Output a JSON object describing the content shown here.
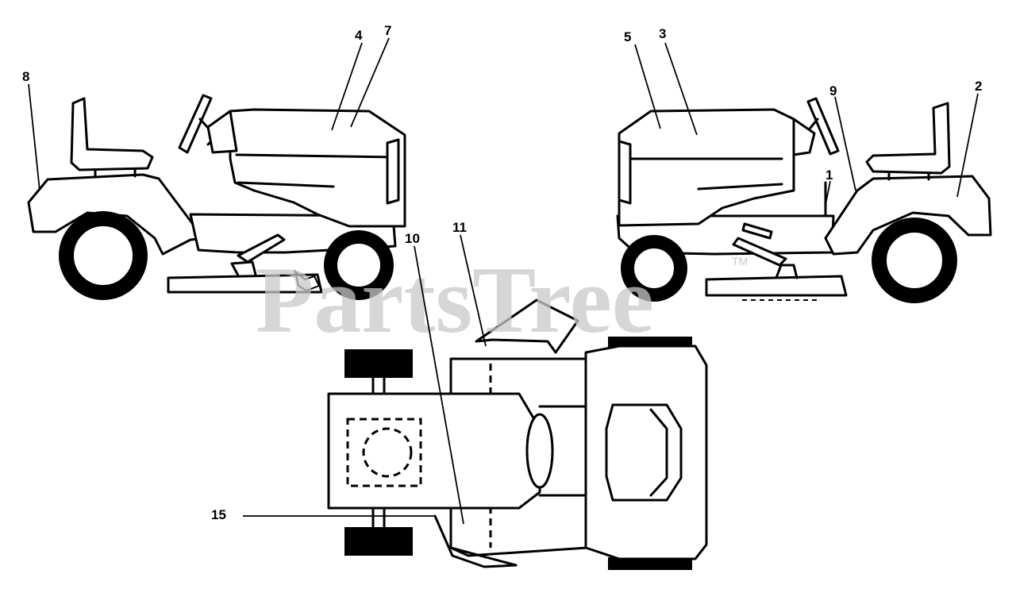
{
  "watermark": {
    "text": "PartsTree",
    "trademark": "TM"
  },
  "callouts": [
    "1",
    "2",
    "3",
    "4",
    "5",
    "7",
    "8",
    "9",
    "10",
    "11",
    "15"
  ]
}
